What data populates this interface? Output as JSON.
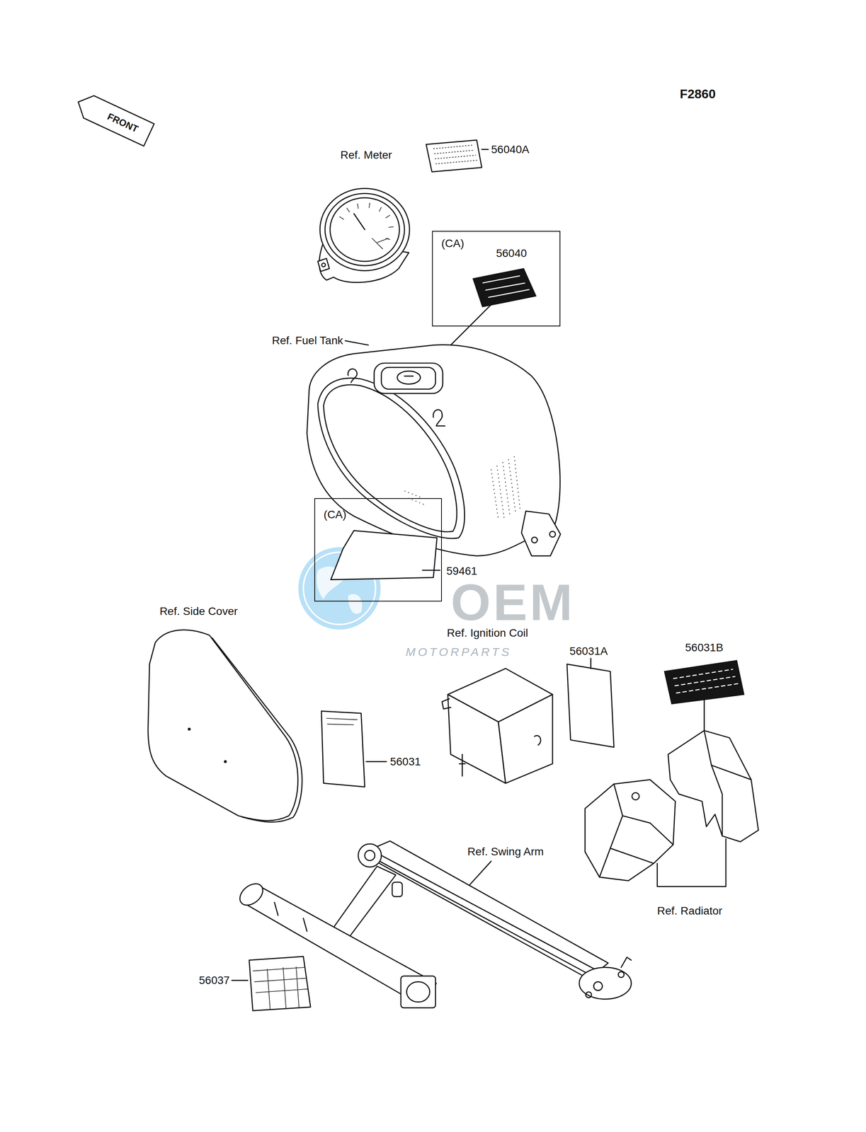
{
  "diagram": {
    "nodes": [
      {
        "text": [
          "(CA)",
          "56040"
        ]
      },
      {
        "text": [
          "(CA)",
          "59461"
        ]
      }
    ],
    "labels": [
      "F2860",
      "FRONT",
      "Ref. Meter",
      "56040A",
      "Ref. Fuel Tank",
      "OEM",
      "MOTORPARTS",
      "Ref. Side Cover",
      "Ref. Ignition Coil",
      "56031A",
      "56031B",
      "56031",
      "Ref. Swing Arm",
      "Ref. Radiator",
      "56037"
    ]
  }
}
